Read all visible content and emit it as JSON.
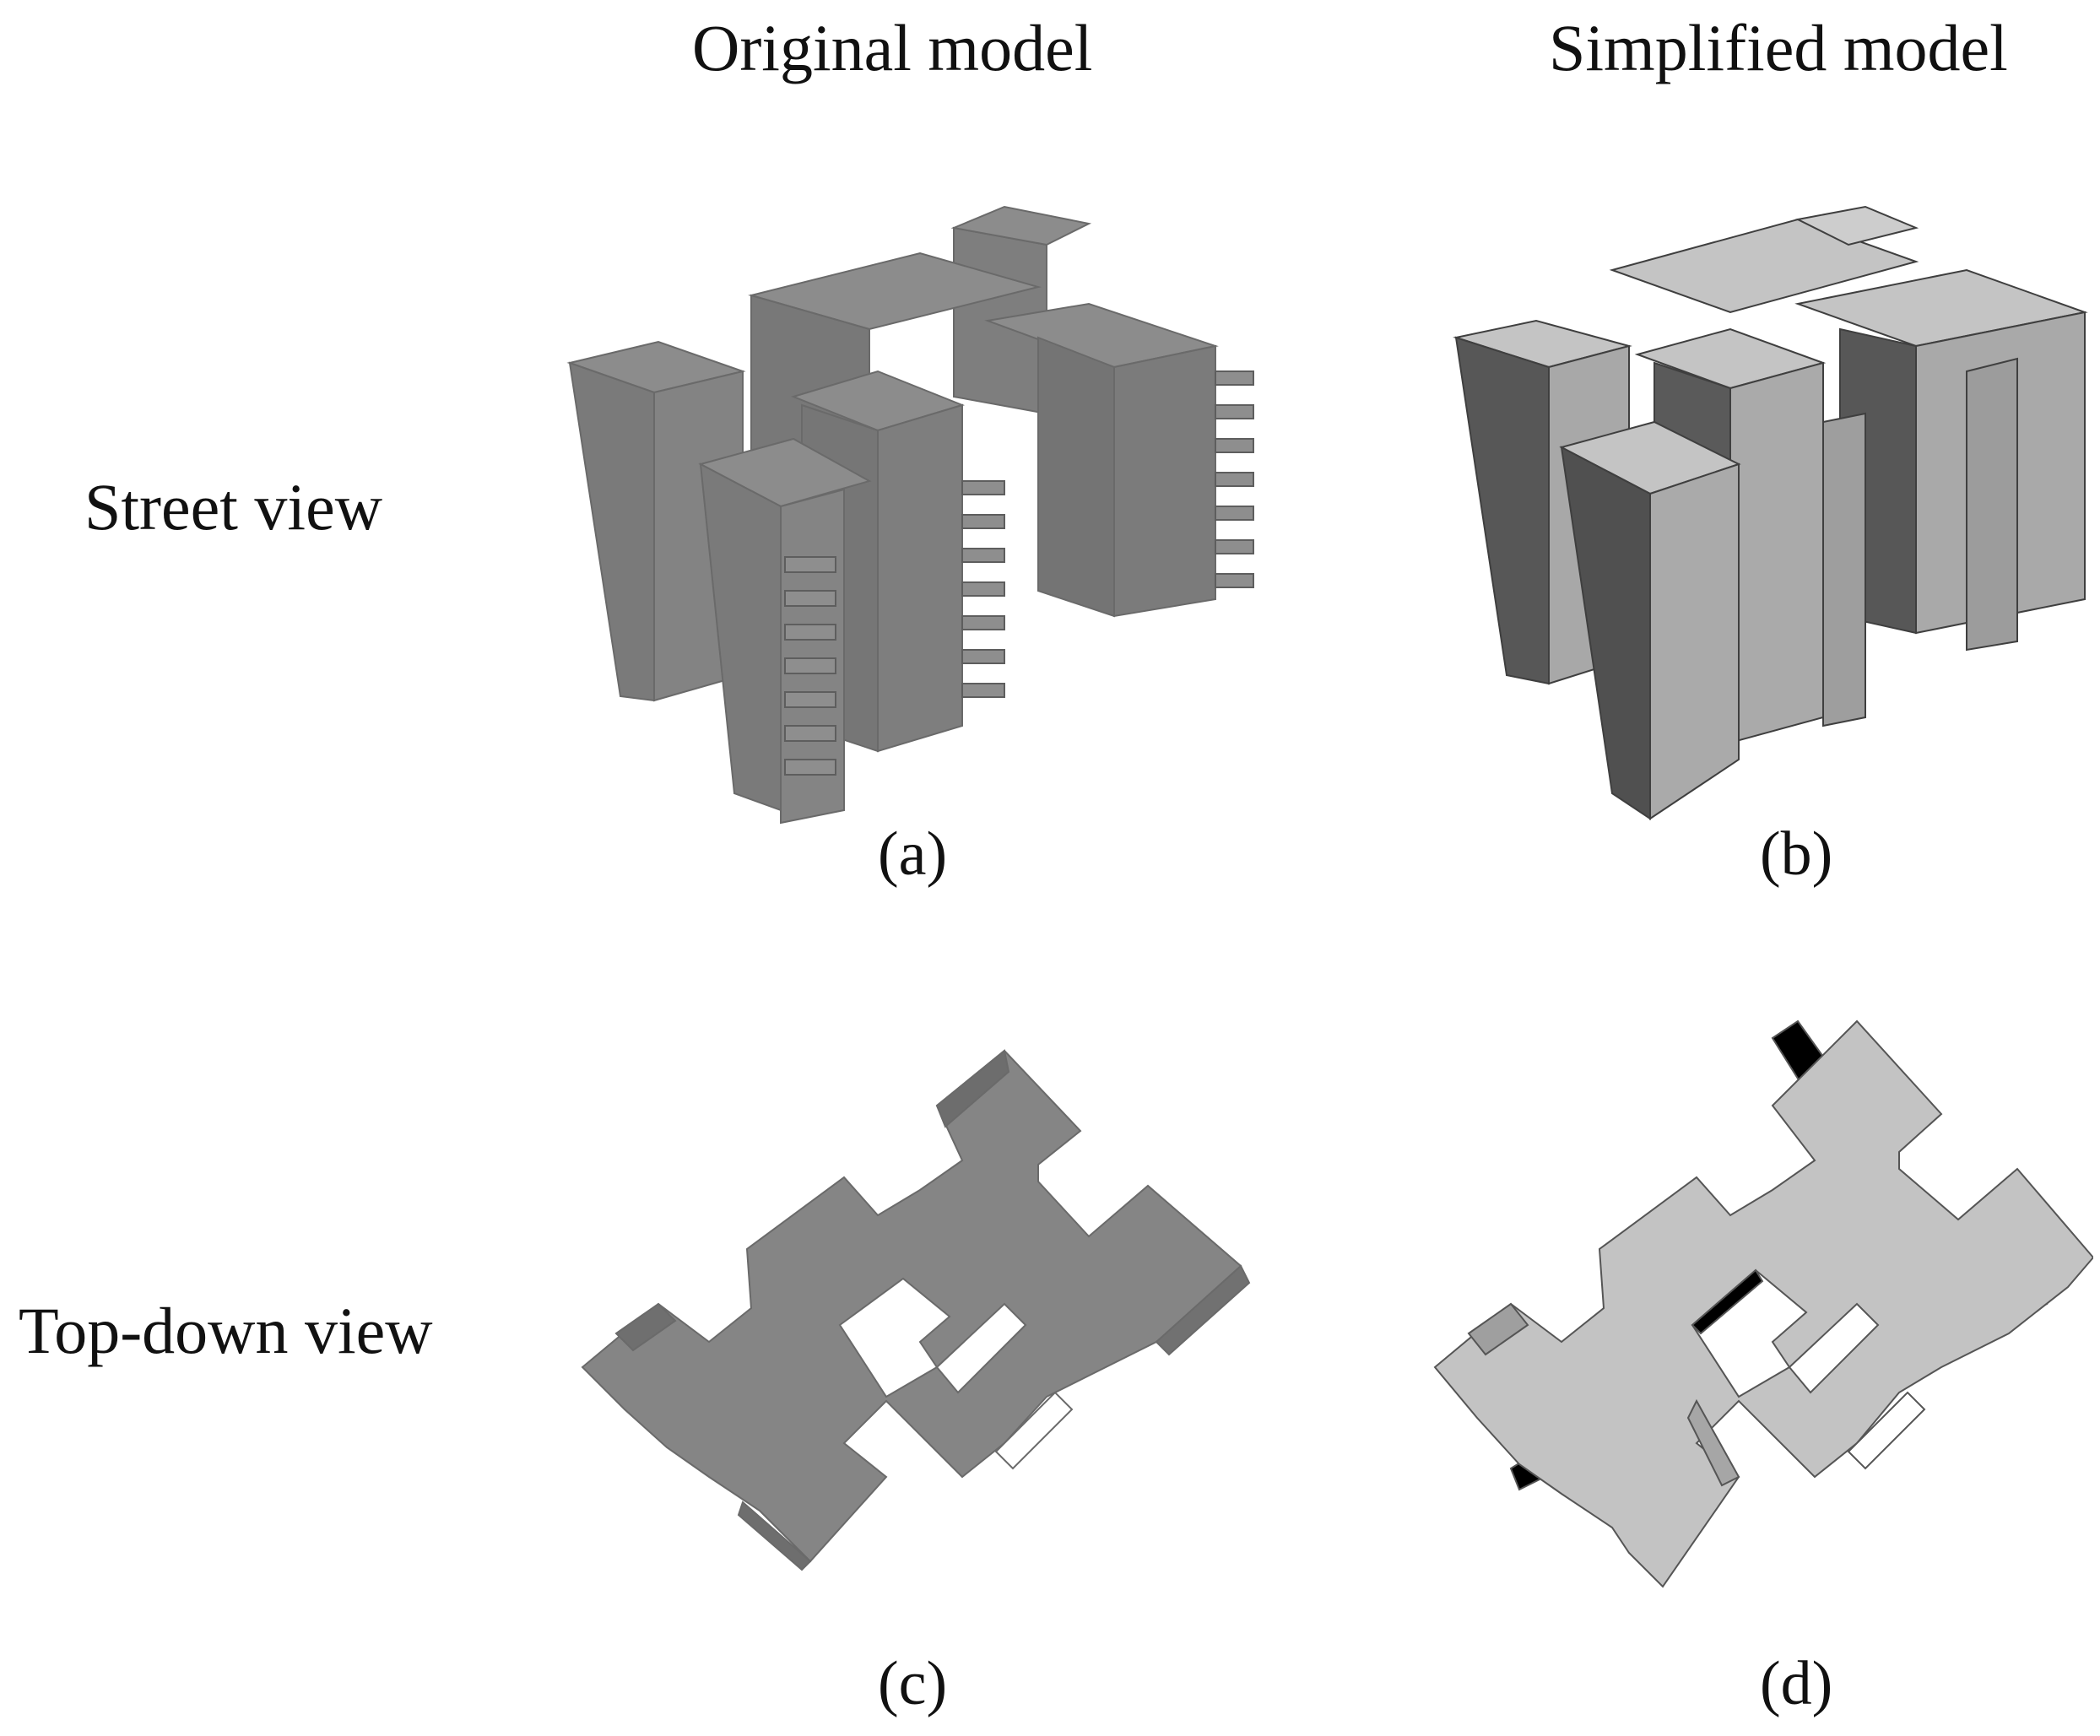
{
  "columns": {
    "original": "Original model",
    "simplified": "Simplified model"
  },
  "rows": {
    "street": "Street view",
    "topdown": "Top-down view"
  },
  "panels": {
    "a": "(a)",
    "b": "(b)",
    "c": "(c)",
    "d": "(d)"
  },
  "colors": {
    "original_top": "#8a8a8a",
    "original_side": "#7a7a7a",
    "simplified_top": "#c2c2c2",
    "simplified_light_side": "#a8a8a8",
    "simplified_dark_side": "#555555",
    "shadow": "#000000"
  }
}
